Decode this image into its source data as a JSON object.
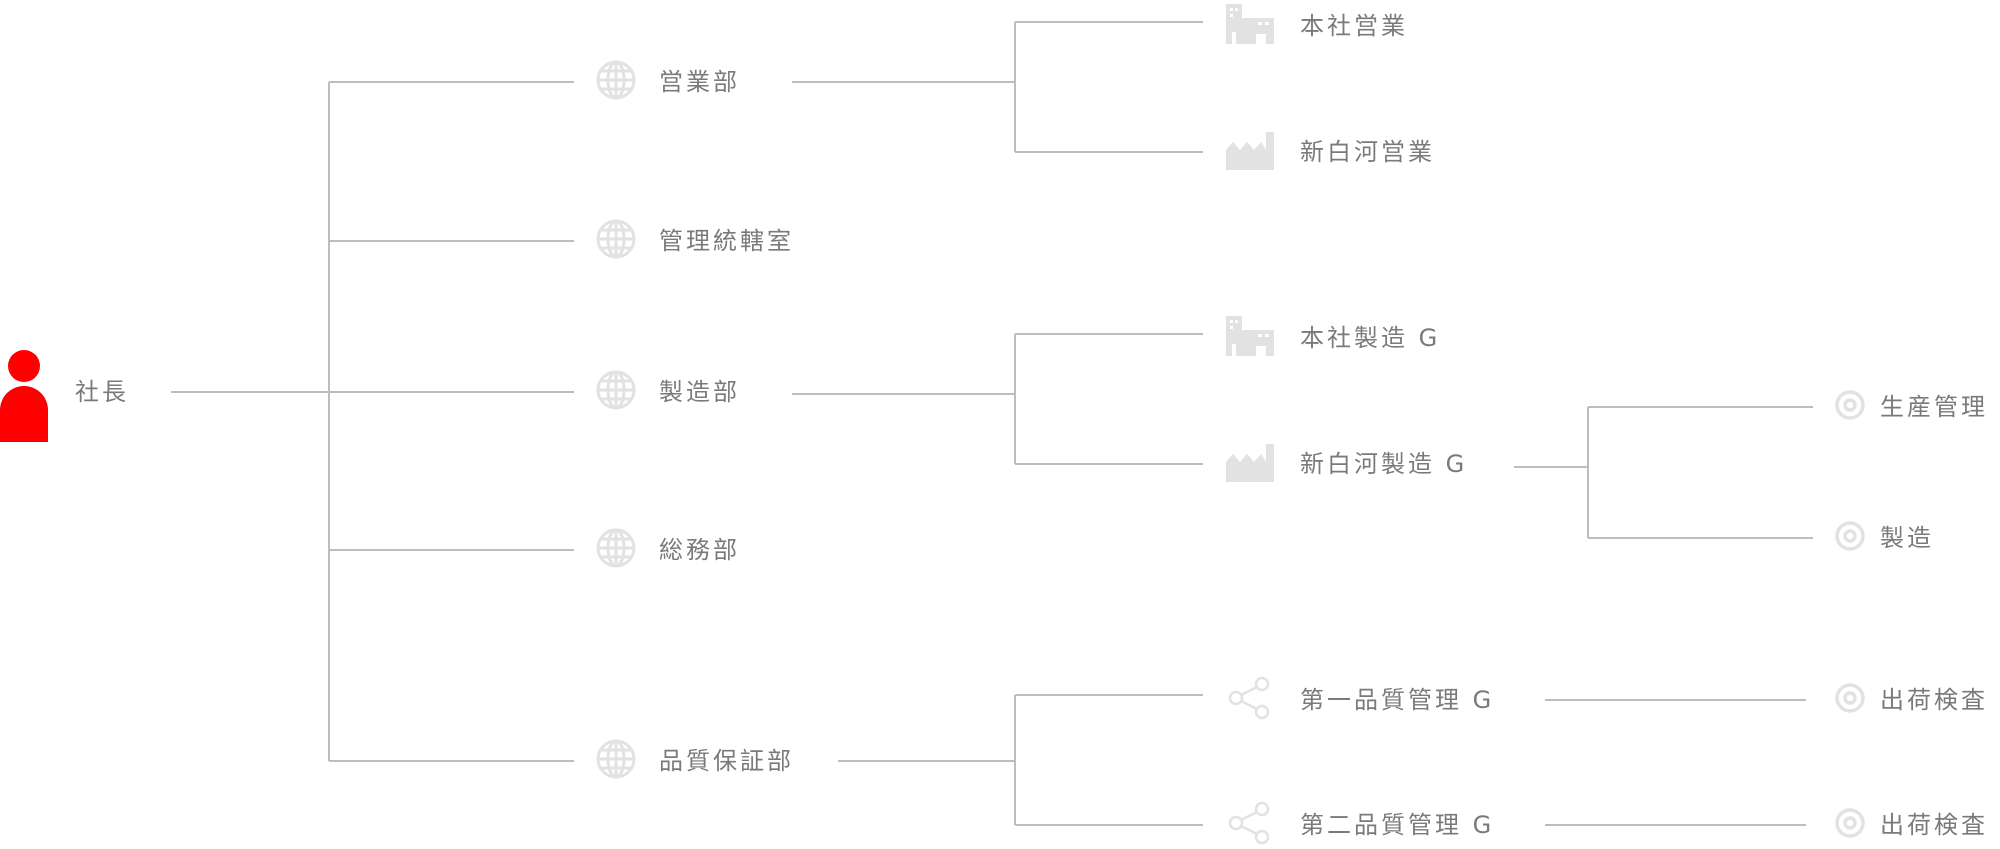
{
  "root": {
    "label": "社長",
    "icon": "person-icon",
    "color": "#ff0000"
  },
  "departments": [
    {
      "label": "営業部",
      "icon": "globe-icon"
    },
    {
      "label": "管理統轄室",
      "icon": "globe-icon"
    },
    {
      "label": "製造部",
      "icon": "globe-icon"
    },
    {
      "label": "総務部",
      "icon": "globe-icon"
    },
    {
      "label": "品質保証部",
      "icon": "globe-icon"
    }
  ],
  "groups": [
    {
      "label": "本社営業",
      "icon": "office-building-icon",
      "parent": "営業部"
    },
    {
      "label": "新白河営業",
      "icon": "factory-icon",
      "parent": "営業部"
    },
    {
      "label": "本社製造 G",
      "icon": "office-building-icon",
      "parent": "製造部"
    },
    {
      "label": "新白河製造 G",
      "icon": "factory-icon",
      "parent": "製造部"
    },
    {
      "label": "第一品質管理 G",
      "icon": "share-icon",
      "parent": "品質保証部"
    },
    {
      "label": "第二品質管理 G",
      "icon": "share-icon",
      "parent": "品質保証部"
    }
  ],
  "teams": [
    {
      "label": "生産管理",
      "icon": "target-icon",
      "parent": "新白河製造 G"
    },
    {
      "label": "製造",
      "icon": "target-icon",
      "parent": "新白河製造 G"
    },
    {
      "label": "出荷検査",
      "icon": "target-icon",
      "parent": "第一品質管理 G"
    },
    {
      "label": "出荷検査",
      "icon": "target-icon",
      "parent": "第二品質管理 G"
    }
  ],
  "colors": {
    "line": "#bdbdbd",
    "text": "#7a7a7a",
    "icon": "#e2e2e2"
  }
}
